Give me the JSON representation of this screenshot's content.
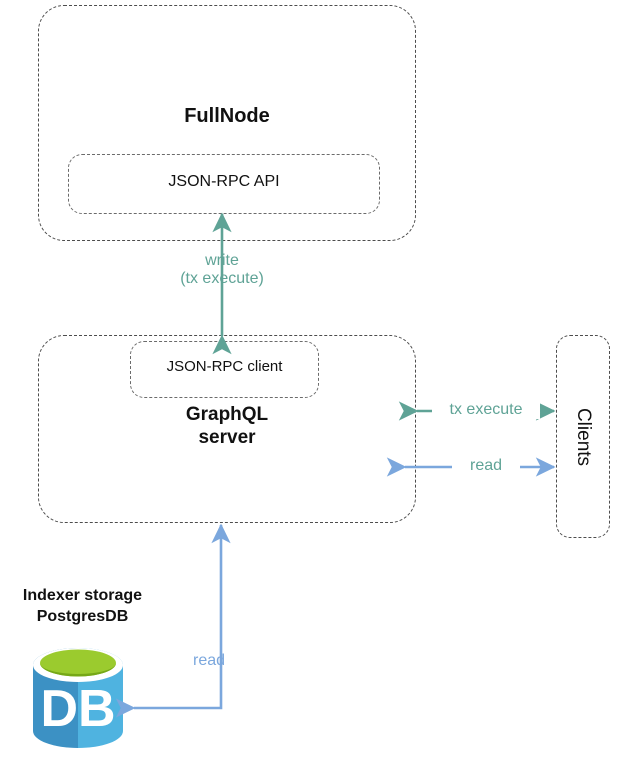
{
  "diagram": {
    "title_hidden": "",
    "colors": {
      "teal": "#5FA396",
      "blue": "#7BA7DD",
      "border_dark": "#4d4d4d",
      "border_gray": "#6b6b6b",
      "db_top_green": "#9BCB2E",
      "db_top_green_dark": "#76A817",
      "db_left_blue": "#3C91C4",
      "db_right_blue": "#4FB3E0",
      "text_dark": "#111111",
      "white": "#ffffff"
    },
    "nodes": {
      "fullnode": {
        "label": "FullNode",
        "inner": {
          "label": "JSON-RPC API"
        }
      },
      "graphql": {
        "label_line1": "GraphQL",
        "label_line2": "server",
        "inner": {
          "label": "JSON-RPC client"
        }
      },
      "clients": {
        "label": "Clients"
      },
      "database": {
        "caption_line1": "Indexer storage",
        "caption_line2": "PostgresDB",
        "body_label": "DB"
      }
    },
    "edges": [
      {
        "id": "write-tx-execute",
        "label_line1": "write",
        "label_line2": "(tx execute)",
        "from": "GraphQL server",
        "to": "JSON-RPC API",
        "color": "#5FA396",
        "direction": "bidirectional",
        "orientation": "vertical"
      },
      {
        "id": "tx-execute",
        "label": "tx execute",
        "from": "GraphQL server",
        "to": "Clients",
        "color": "#5FA396",
        "label_color": "#5FA396",
        "direction": "bidirectional",
        "orientation": "horizontal"
      },
      {
        "id": "read-clients",
        "label": "read",
        "from": "GraphQL server",
        "to": "Clients",
        "color": "#7BA7DD",
        "label_color": "#5FA396",
        "direction": "bidirectional",
        "orientation": "horizontal"
      },
      {
        "id": "read-db",
        "label": "read",
        "from": "PostgresDB",
        "to": "GraphQL server",
        "color": "#7BA7DD",
        "label_color": "#7BA7DD",
        "direction": "bidirectional",
        "orientation": "elbow"
      }
    ]
  }
}
